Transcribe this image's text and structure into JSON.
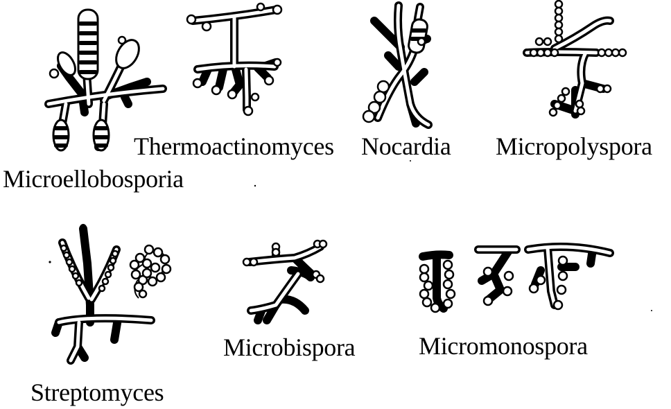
{
  "labels": {
    "microellobosporia": "Microellobosporia",
    "thermoactinomyces": "Thermoactinomyces",
    "nocardia": "Nocardia",
    "micropolyspora": "Micropolyspora",
    "streptomyces": "Streptomyces",
    "microbispora": "Microbispora",
    "micromonospora": "Micromonospora"
  }
}
